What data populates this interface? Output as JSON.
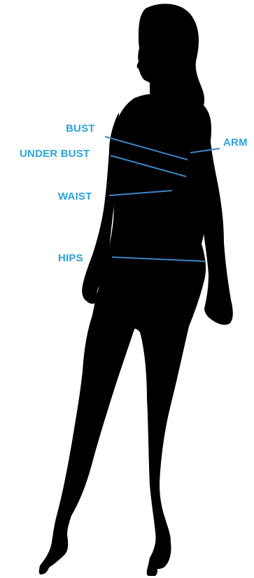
{
  "labels": {
    "bust": "BUST",
    "under_bust": "UNDER BUST",
    "waist": "WAIST",
    "hips": "HIPS",
    "arm": "ARM"
  },
  "colors": {
    "label": "#2ba3d9",
    "line": "#3a86c8",
    "silhouette": "#000000",
    "background": "#ffffff"
  }
}
